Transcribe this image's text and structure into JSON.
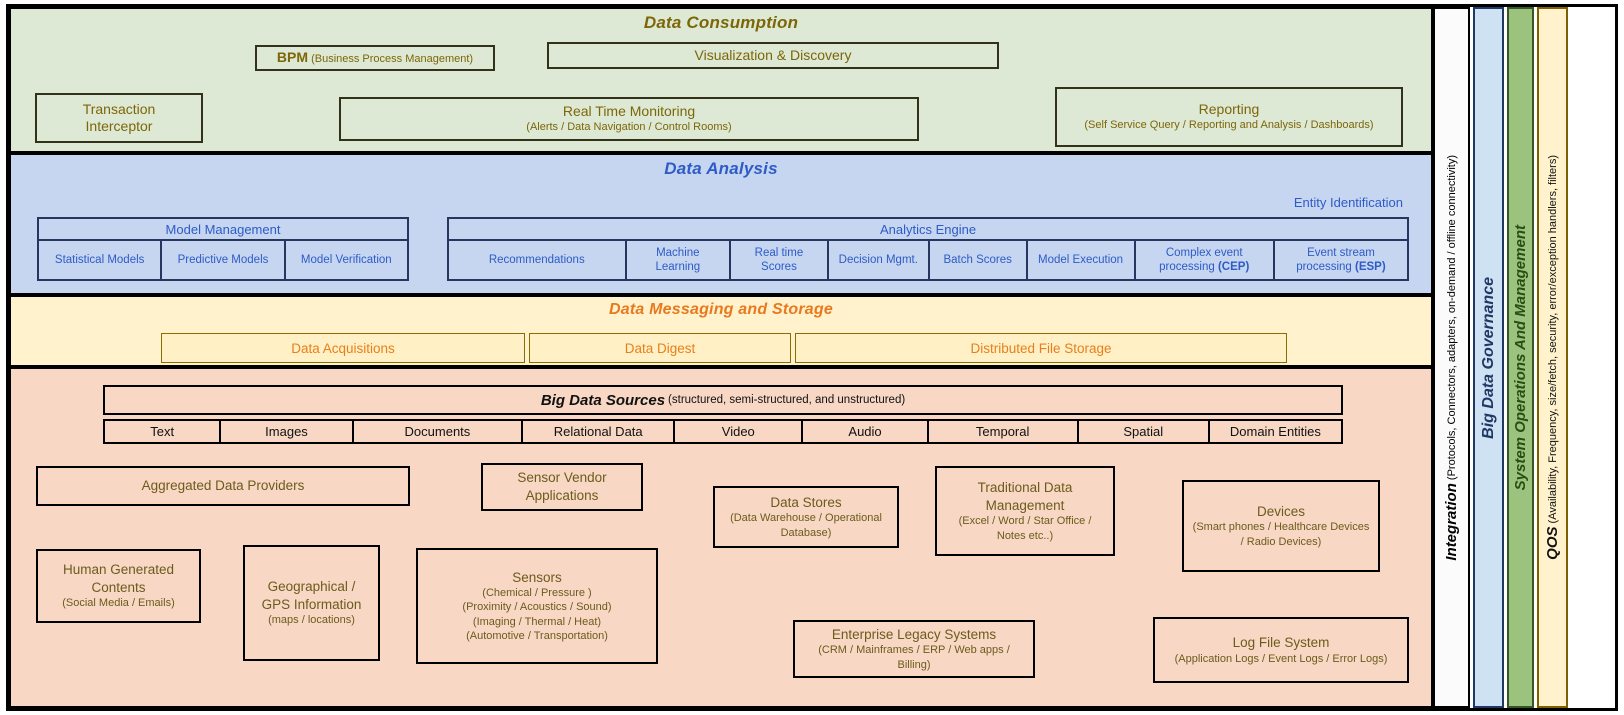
{
  "consumption": {
    "title": "Data Consumption",
    "bpm_strong": "BPM",
    "bpm_rest": " (Business Process Management)",
    "viz": "Visualization & Discovery",
    "transaction": "Transaction Interceptor",
    "rtm_title": "Real Time Monitoring",
    "rtm_sub": "(Alerts / Data Navigation / Control Rooms)",
    "reporting_title": "Reporting",
    "reporting_sub": "(Self Service Query / Reporting and Analysis / Dashboards)"
  },
  "analysis": {
    "title": "Data Analysis",
    "entity": "Entity Identification",
    "model_mgmt_header": "Model Management",
    "model_cells": [
      "Statistical Models",
      "Predictive Models",
      "Model Verification"
    ],
    "analytics_header": "Analytics Engine",
    "analytics_cells": [
      "Recommendations",
      "Machine Learning",
      "Real time Scores",
      "Decision Mgmt.",
      "Batch Scores",
      "Model Execution"
    ],
    "cep_text": "Complex event processing ",
    "cep_bold": "(CEP)",
    "esp_text": "Event stream processing ",
    "esp_bold": "(ESP)"
  },
  "messaging": {
    "title": "Data Messaging and Storage",
    "boxes": [
      "Data Acquisitions",
      "Data Digest",
      "Distributed File Storage"
    ]
  },
  "sources": {
    "title_strong": "Big Data Sources",
    "title_rest": "(structured, semi-structured, and unstructured)",
    "types": [
      "Text",
      "Images",
      "Documents",
      "Relational Data",
      "Video",
      "Audio",
      "Temporal",
      "Spatial",
      "Domain Entities"
    ],
    "aggregated": "Aggregated Data Providers",
    "sensor_vendor": "Sensor Vendor Applications",
    "data_stores_title": "Data Stores",
    "data_stores_sub": "(Data Warehouse / Operational Database)",
    "traditional_title": "Traditional Data Management",
    "traditional_sub": "(Excel / Word / Star Office / Notes etc..)",
    "devices_title": "Devices",
    "devices_sub": "(Smart phones / Healthcare Devices / Radio Devices)",
    "human_title": "Human Generated Contents",
    "human_sub": "(Social Media / Emails)",
    "geo_title": "Geographical / GPS Information",
    "geo_sub": "(maps / locations)",
    "sensors_title": "Sensors",
    "sensors_sub1": "(Chemical / Pressure )",
    "sensors_sub2": "(Proximity / Acoustics / Sound)",
    "sensors_sub3": "(Imaging / Thermal / Heat)",
    "sensors_sub4": "(Automotive / Transportation)",
    "legacy_title": "Enterprise Legacy Systems",
    "legacy_sub": "(CRM / Mainframes / ERP / Web apps / Billing)",
    "logfile_title": "Log File System",
    "logfile_sub": "(Application Logs / Event Logs / Error Logs)"
  },
  "strips": {
    "integration_strong": "Integration",
    "integration_rest": " (Protocols, Connectors, adapters, on-demand / offline connectivity)",
    "governance": "Big Data Governance",
    "sysops": "System Operations And Management",
    "qos_strong": "QOS",
    "qos_rest": " (Availability, Frequency, size/fetch, security, error/exception handlers, filters)"
  },
  "colors": {
    "consumption_bg": "#dde9d5",
    "consumption_text": "#7d6608",
    "analysis_bg": "#c6d6f1",
    "analysis_text": "#2e5bc6",
    "messaging_bg": "#fff2cc",
    "messaging_text": "#e87f1c",
    "sources_bg": "#f8d7c4",
    "sources_text": "#6b5c1c",
    "governance_bg": "#cfe2f3",
    "governance_text": "#1f3864",
    "sysops_bg": "#9cc37e",
    "sysops_text": "#274e13",
    "qos_bg": "#fff2cc"
  }
}
